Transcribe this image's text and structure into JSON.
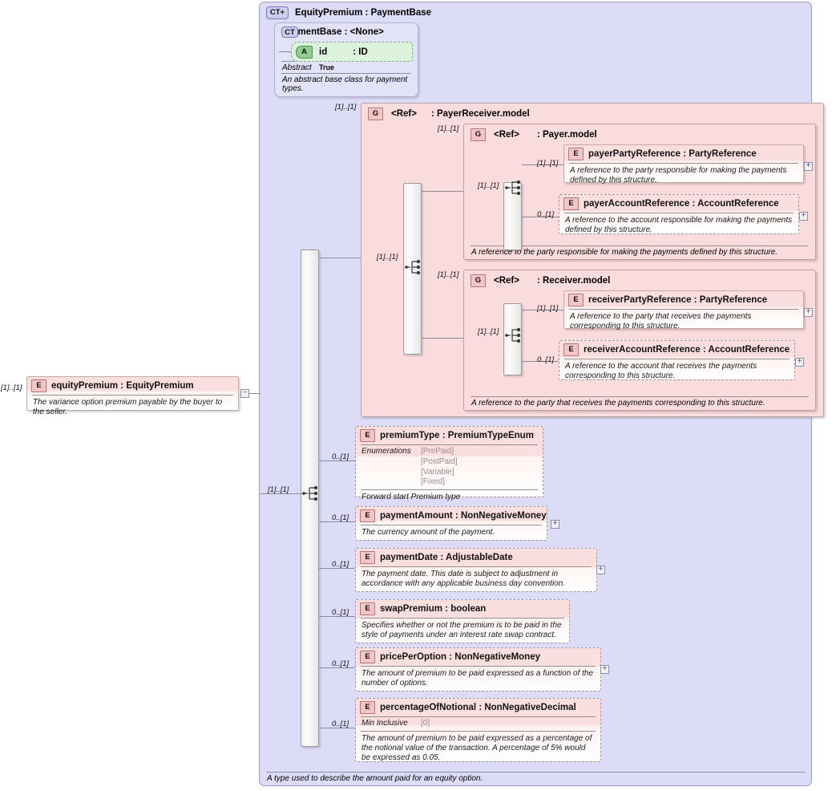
{
  "diagram": {
    "title": "EquityPremium : PaymentBase",
    "root_element": {
      "icon": "element-icon",
      "name": "equityPremium",
      "type": "EquityPremium",
      "label": "equityPremium  :  EquityPremium",
      "doc": "The variance option premium payable by the buyer to the seller.",
      "cardinality": "[1]..[1]",
      "toggle": "−"
    },
    "complex_type": {
      "glyph": "CT+",
      "label": "EquityPremium : PaymentBase",
      "footer_doc": "A type used to describe the amount paid for an equity option.",
      "base": {
        "glyph": "CT",
        "label": "PaymentBase : <None>",
        "attribute": {
          "glyph": "A",
          "name": "id",
          "type": ": ID"
        },
        "facet_label": "Abstract",
        "facet_value": "True",
        "doc": "An abstract base class for payment types."
      }
    },
    "payer_receiver_group": {
      "glyph": "G",
      "ref": "<Ref>",
      "label": ": PayerReceiver.model",
      "cardinality": "[1]..[1]",
      "payer_group": {
        "glyph": "G",
        "ref": "<Ref>",
        "label": ": Payer.model",
        "cardinality": "[1]..[1]",
        "inner_cardinality": "[1]..[1]",
        "footer_doc": "A reference to the party responsible for making the payments defined by this structure.",
        "children": [
          {
            "glyph": "E",
            "label": "payerPartyReference  :  PartyReference",
            "doc": "A reference to the party responsible for making the payments defined by this structure.",
            "cardinality": "[1]..[1]",
            "optional": false,
            "toggle": "+"
          },
          {
            "glyph": "E",
            "label": "payerAccountReference  :  AccountReference",
            "doc": "A reference to the account responsible for making the payments defined by this structure.",
            "cardinality": "0..[1]",
            "optional": true,
            "toggle": "+"
          }
        ]
      },
      "receiver_group": {
        "glyph": "G",
        "ref": "<Ref>",
        "label": ": Receiver.model",
        "cardinality": "[1]..[1]",
        "inner_cardinality": "[1]..[1]",
        "footer_doc": "A reference to the party that receives the payments corresponding to this structure.",
        "children": [
          {
            "glyph": "E",
            "label": "receiverPartyReference  :  PartyReference",
            "doc": "A reference to the party that receives the payments corresponding to this structure.",
            "cardinality": "[1]..[1]",
            "optional": false,
            "toggle": "+"
          },
          {
            "glyph": "E",
            "label": "receiverAccountReference  :  AccountReference",
            "doc": "A reference to the account that receives the payments corresponding to this structure.",
            "cardinality": "0..[1]",
            "optional": true,
            "toggle": "+"
          }
        ]
      }
    },
    "sequence": {
      "cardinality": "[1]..[1]",
      "icon": "sequence-icon"
    },
    "elements": [
      {
        "glyph": "E",
        "name": "premiumType",
        "label": "premiumType  :  PremiumTypeEnum",
        "cardinality": "0..[1]",
        "optional": true,
        "facet_label": "Enumerations",
        "facet_values": [
          "[PrePaid]",
          "[PostPaid]",
          "[Variable]",
          "[Fixed]"
        ],
        "doc": "Forward start Premium type",
        "toggle": null
      },
      {
        "glyph": "E",
        "name": "paymentAmount",
        "label": "paymentAmount  :  NonNegativeMoney",
        "cardinality": "0..[1]",
        "optional": true,
        "doc": "The currency amount of the payment.",
        "toggle": "+"
      },
      {
        "glyph": "E",
        "name": "paymentDate",
        "label": "paymentDate  :  AdjustableDate",
        "cardinality": "0..[1]",
        "optional": true,
        "doc": "The payment date. This date is subject to adjustment in accordance with any applicable business day convention.",
        "toggle": "+"
      },
      {
        "glyph": "E",
        "name": "swapPremium",
        "label": "swapPremium  :  boolean",
        "cardinality": "0..[1]",
        "optional": true,
        "doc": "Specifies whether or not the premium is to be paid in the style of payments under an interest rate swap contract.",
        "toggle": null
      },
      {
        "glyph": "E",
        "name": "pricePerOption",
        "label": "pricePerOption  :  NonNegativeMoney",
        "cardinality": "0..[1]",
        "optional": true,
        "doc": "The amount of premium to be paid expressed as a function of the number of options.",
        "toggle": "+"
      },
      {
        "glyph": "E",
        "name": "percentageOfNotional",
        "label": "percentageOfNotional  :  NonNegativeDecimal",
        "cardinality": "0..[1]",
        "optional": true,
        "facet_label": "Min Inclusive",
        "facet_values": [
          "[0]"
        ],
        "doc": "The amount of premium to be paid expressed as a percentage of the notional value of the transaction. A percentage of 5% would be expressed as 0.05.",
        "toggle": null
      }
    ],
    "colors": {
      "element_pink": "#fbdede",
      "group_pink": "#fbdcdc",
      "complextype_lavender": "#dcdcf8",
      "attribute_green": "#ddf2dd",
      "line": "#8a8a9a"
    }
  }
}
